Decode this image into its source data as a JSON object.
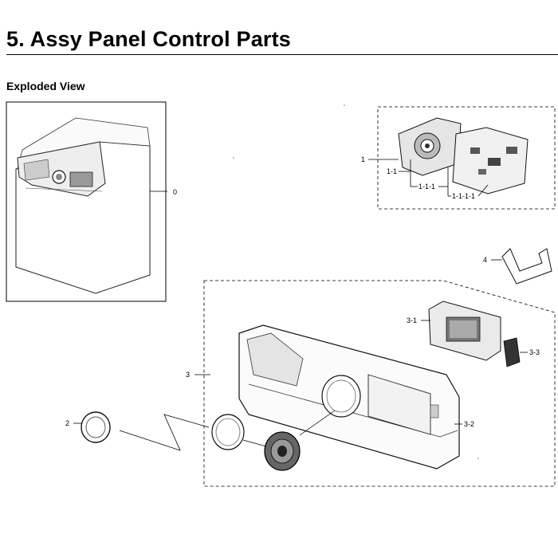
{
  "header": {
    "title": "5.  Assy Panel Control Parts",
    "subtitle": "Exploded View"
  },
  "callouts": {
    "c0": "0",
    "c1": "1",
    "c1_1": "1-1",
    "c1_1_1": "1-1-1",
    "c1_1_1_1": "1-1-1-1",
    "c2": "2",
    "c3": "3",
    "c3_1": "3-1",
    "c3_2": "3-2",
    "c3_3": "3-3",
    "c4": "4"
  }
}
